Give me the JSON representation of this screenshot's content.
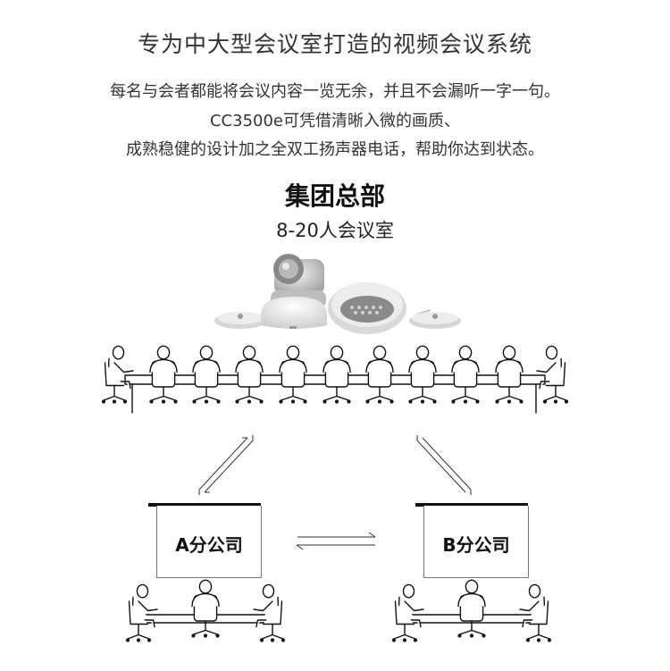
{
  "headline": "专为中大型会议室打造的视频会议系统",
  "description": [
    "每名与会者都能将会议内容一览无余，并且不会漏听一字一句。",
    "CC3500e可凭借清晰入微的画质、",
    "成熟稳健的设计加之全双工扬声器电话，帮助你达到状态。"
  ],
  "headquarters": {
    "title": "集团总部",
    "subtitle": "8-20人会议室"
  },
  "branches": [
    {
      "label": "A分公司"
    },
    {
      "label": "B分公司"
    }
  ],
  "icons": [
    "ptz-camera-icon",
    "speakerphone-icon",
    "expansion-mic-icon",
    "seated-person-icon",
    "chair-icon",
    "meeting-table-icon",
    "bidirectional-arrow-icon"
  ]
}
